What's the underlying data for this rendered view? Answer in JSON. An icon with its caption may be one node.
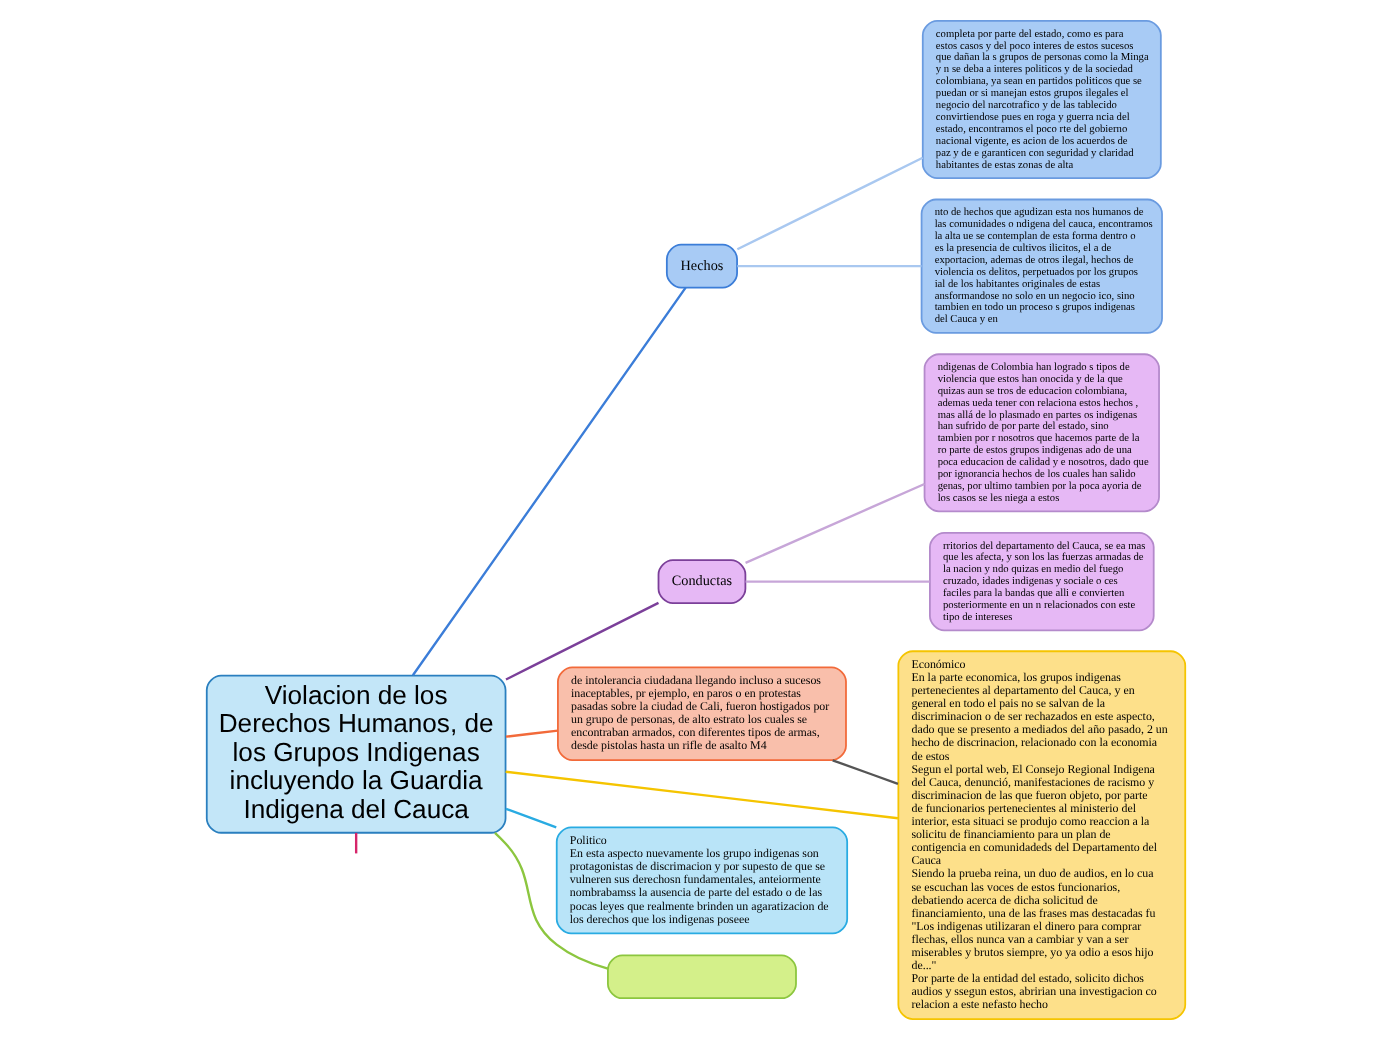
{
  "diagram": {
    "nodes": [
      {
        "text": [
          "Violacion de los Derechos Humanos, de los Grupos Indigenas incluyendo la Guardia Indigena del Cauca"
        ]
      },
      {
        "text": [
          "Hechos"
        ]
      },
      {
        "text": [
          "completa por parte del estado, como es para estos casos y del poco interes de estos sucesos que dañan la s grupos de personas como la Minga y n se deba a interes politicos y de la sociedad colombiana, ya sean en partidos politicos que se puedan or si manejan estos grupos ilegales el negocio del narcotrafico y de las tablecido convirtiendose pues en roga y guerra ncia del estado, encontramos el poco rte del gobierno nacional vigente, es acion de los acuerdos de paz y de e garanticen con seguridad y claridad habitantes de estas zonas de alta"
        ]
      },
      {
        "text": [
          "nto de hechos que agudizan esta nos humanos de las comunidades o ndigena del cauca, encontramos la alta ue se contemplan de esta forma dentro o es la presencia de cultivos ilicitos, el a de exportacion, ademas de otros ilegal, hechos de violencia os delitos, perpetuados por los grupos ial de los habitantes originales de estas ansformandose no solo en un negocio ico, sino tambien en todo un proceso s grupos indigenas del Cauca y en"
        ]
      },
      {
        "text": [
          "Conductas"
        ]
      },
      {
        "text": [
          "ndigenas de Colombia han logrado s tipos de violencia que estos han onocida y de la que quizas aun se tros de educacion colombiana, ademas ueda tener con relaciona estos hechos , mas allá de lo plasmado en partes os indigenas han sufrido de por parte del estado, sino tambien por r nosotros que hacemos parte de la ro parte de estos grupos indigenas ado de una poca educacion de calidad y e nosotros, dado que por ignorancia hechos de los cuales han salido genas, por ultimo tambien por la poca ayoria de los casos se les niega a estos"
        ]
      },
      {
        "text": [
          "rritorios del departamento del Cauca, se ea mas que les afecta, y son los las fuerzas armadas de la nacion y ndo quizas en medio del fuego cruzado, idades indigenas y sociale o ces faciles para la bandas que alli e convierten posteriormente en un n relacionados con este tipo de intereses"
        ]
      },
      {
        "text": [
          "de intolerancia ciudadana llegando incluso a sucesos inaceptables, pr ejemplo, en paros o en protestas pasadas sobre la ciudad de Cali, fueron hostigados por un grupo de personas, de alto estrato los cuales se encontraban armados, con diferentes tipos de armas, desde pistolas hasta un rifle de asalto M4"
        ]
      },
      {
        "text": [
          "Económico",
          "En la parte economica, los grupos indigenas pertenecientes al departamento del Cauca, y en general en todo el pais no se salvan de la discriminacion o de ser rechazados en este aspecto, dado que se presento a mediados del año pasado, 2 un hecho de discrinacion, relacionado con la economia de estos",
          "Segun el portal web, El Consejo Regional Indigena del Cauca, denunció, manifestaciones de racismo y discriminacion de las que fueron objeto, por parte de funcionarios pertenecientes al ministerio del interior, esta situaci se produjo como reaccion a la solicitu de financiamiento para un plan de contigencia en comunidadeds del Departamento del Cauca",
          "Siendo la prueba reina, un duo de audios, en lo cua se escuchan las voces de estos funcionarios, debatiendo acerca de dicha solicitud de financiamiento, una de las frases mas destacadas fu \"Los indigenas utilizaran el dinero para comprar flechas, ellos nunca van a cambiar y van a ser miserables y brutos siempre, yo ya odio a esos hijo de...\"",
          "Por parte de la entidad del estado, solicito dichos audios y ssegun estos, abririan una investigacion co relacion a este nefasto hecho"
        ]
      },
      {
        "text": [
          "Politico",
          "En esta aspecto nuevamente los grupo indigenas son protagonistas de discrimacion y por supesto de que se vulneren sus derechosn fundamentales, anteiormente nombrabamss la ausencia de parte del estado o de las pocas leyes que realmente brinden un agaratizacion de los derechos que los indigenas poseee"
        ]
      },
      {
        "text": [],
        "shape": "box"
      }
    ],
    "edges": [
      {
        "from": 0,
        "to": 1,
        "arrow": "none",
        "color": "#3b7dd8"
      },
      {
        "from": 1,
        "to": 2,
        "arrow": "none",
        "color": "#a9c8f0"
      },
      {
        "from": 1,
        "to": 3,
        "arrow": "none",
        "color": "#a9c8f0"
      },
      {
        "from": 0,
        "to": 4,
        "arrow": "none",
        "color": "#7b3f99"
      },
      {
        "from": 4,
        "to": 5,
        "arrow": "none",
        "color": "#c7a6d8"
      },
      {
        "from": 4,
        "to": 6,
        "arrow": "none",
        "color": "#c7a6d8"
      },
      {
        "from": 0,
        "to": null,
        "arrow": "none",
        "color": "#d6256a"
      },
      {
        "from": 0,
        "to": 7,
        "arrow": "none",
        "color": "#f26a3a"
      },
      {
        "from": 0,
        "to": 8,
        "arrow": "none",
        "color": "#f5c400"
      },
      {
        "from": 0,
        "to": 9,
        "arrow": "none",
        "color": "#29abe2"
      },
      {
        "from": 0,
        "to": 10,
        "arrow": "none",
        "color": "#8cc63f"
      },
      {
        "from": 7,
        "to": 8,
        "arrow": "none",
        "color": "#555555"
      }
    ]
  }
}
